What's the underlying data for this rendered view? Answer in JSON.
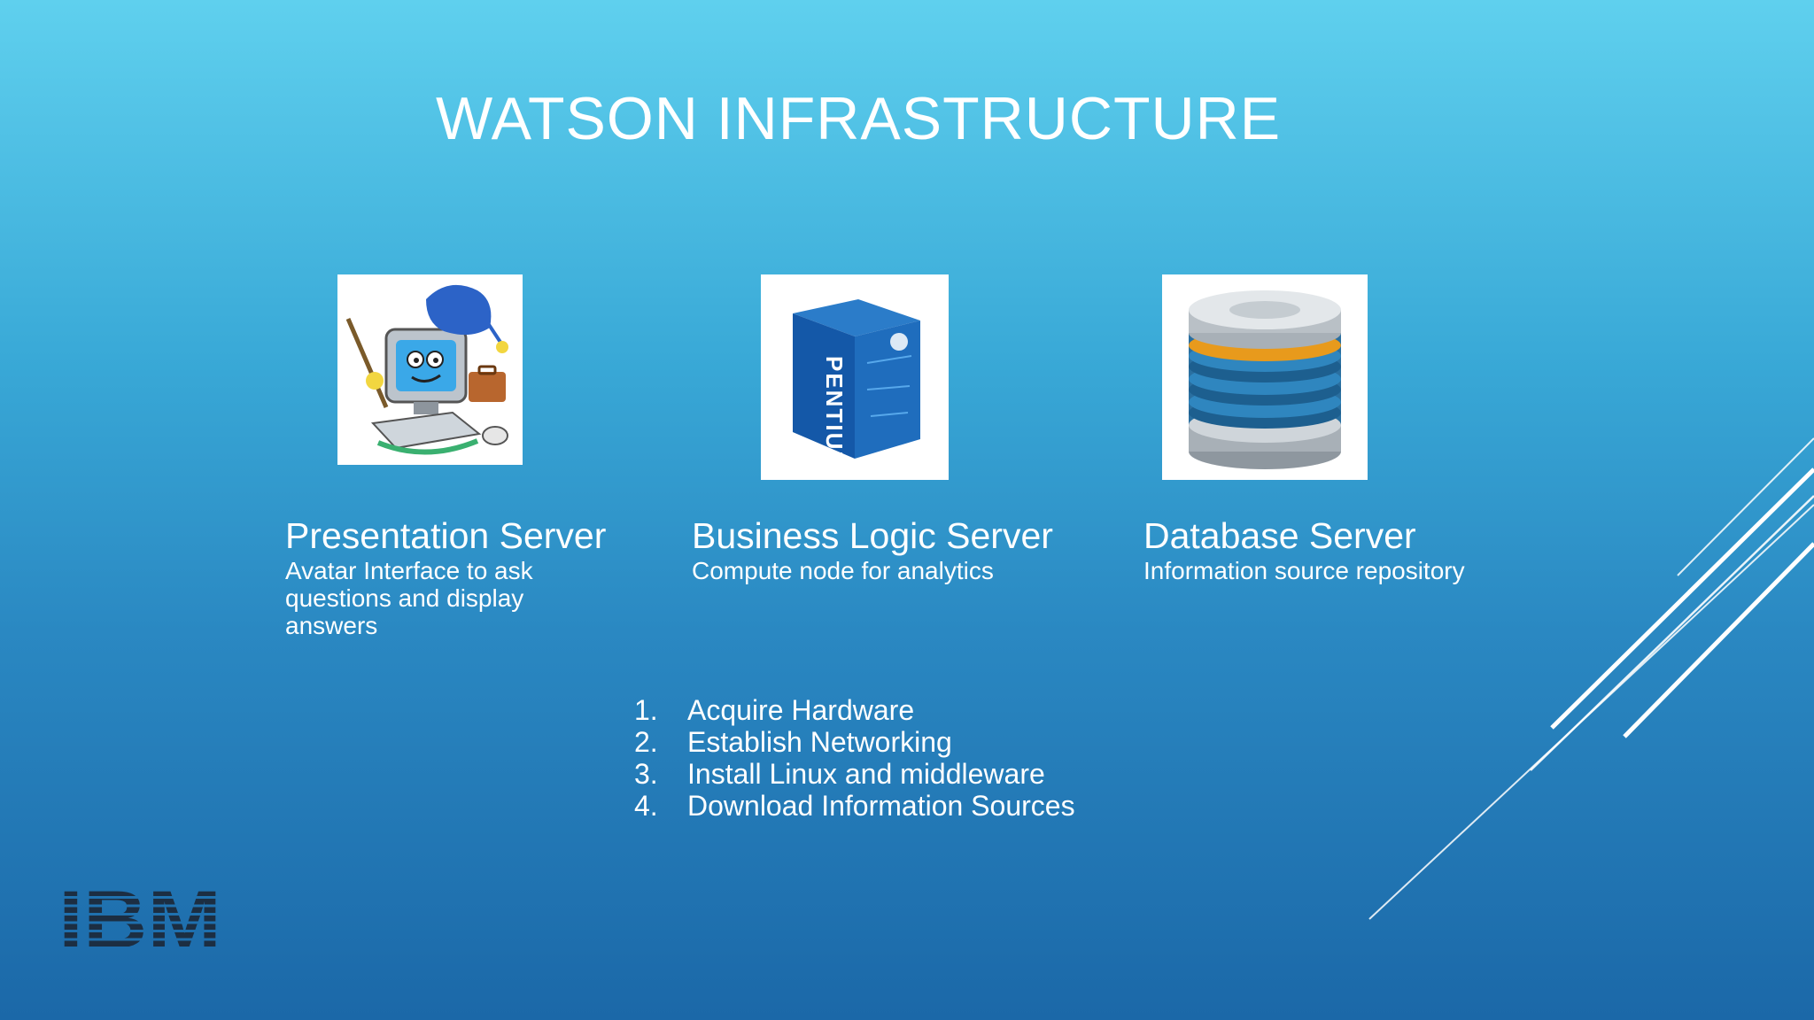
{
  "slide": {
    "title": "WATSON INFRASTRUCTURE",
    "cards": [
      {
        "title": "Presentation Server",
        "description": "Avatar Interface to ask questions and display answers"
      },
      {
        "title": "Business Logic Server",
        "description": "Compute node for analytics"
      },
      {
        "title": "Database Server",
        "description": "Information source repository"
      }
    ],
    "processor_box_text": "PENTIUM",
    "steps": [
      {
        "num": "1.",
        "text": "Acquire Hardware"
      },
      {
        "num": "2.",
        "text": "Establish Networking"
      },
      {
        "num": "3.",
        "text": "Install Linux and middleware"
      },
      {
        "num": "4.",
        "text": "Download Information Sources"
      }
    ],
    "logo_text": "IBM"
  },
  "colors": {
    "background_top": "#5fd0ee",
    "background_bottom": "#1b68a8",
    "text": "#ffffff",
    "logo": "#1c2e42"
  }
}
